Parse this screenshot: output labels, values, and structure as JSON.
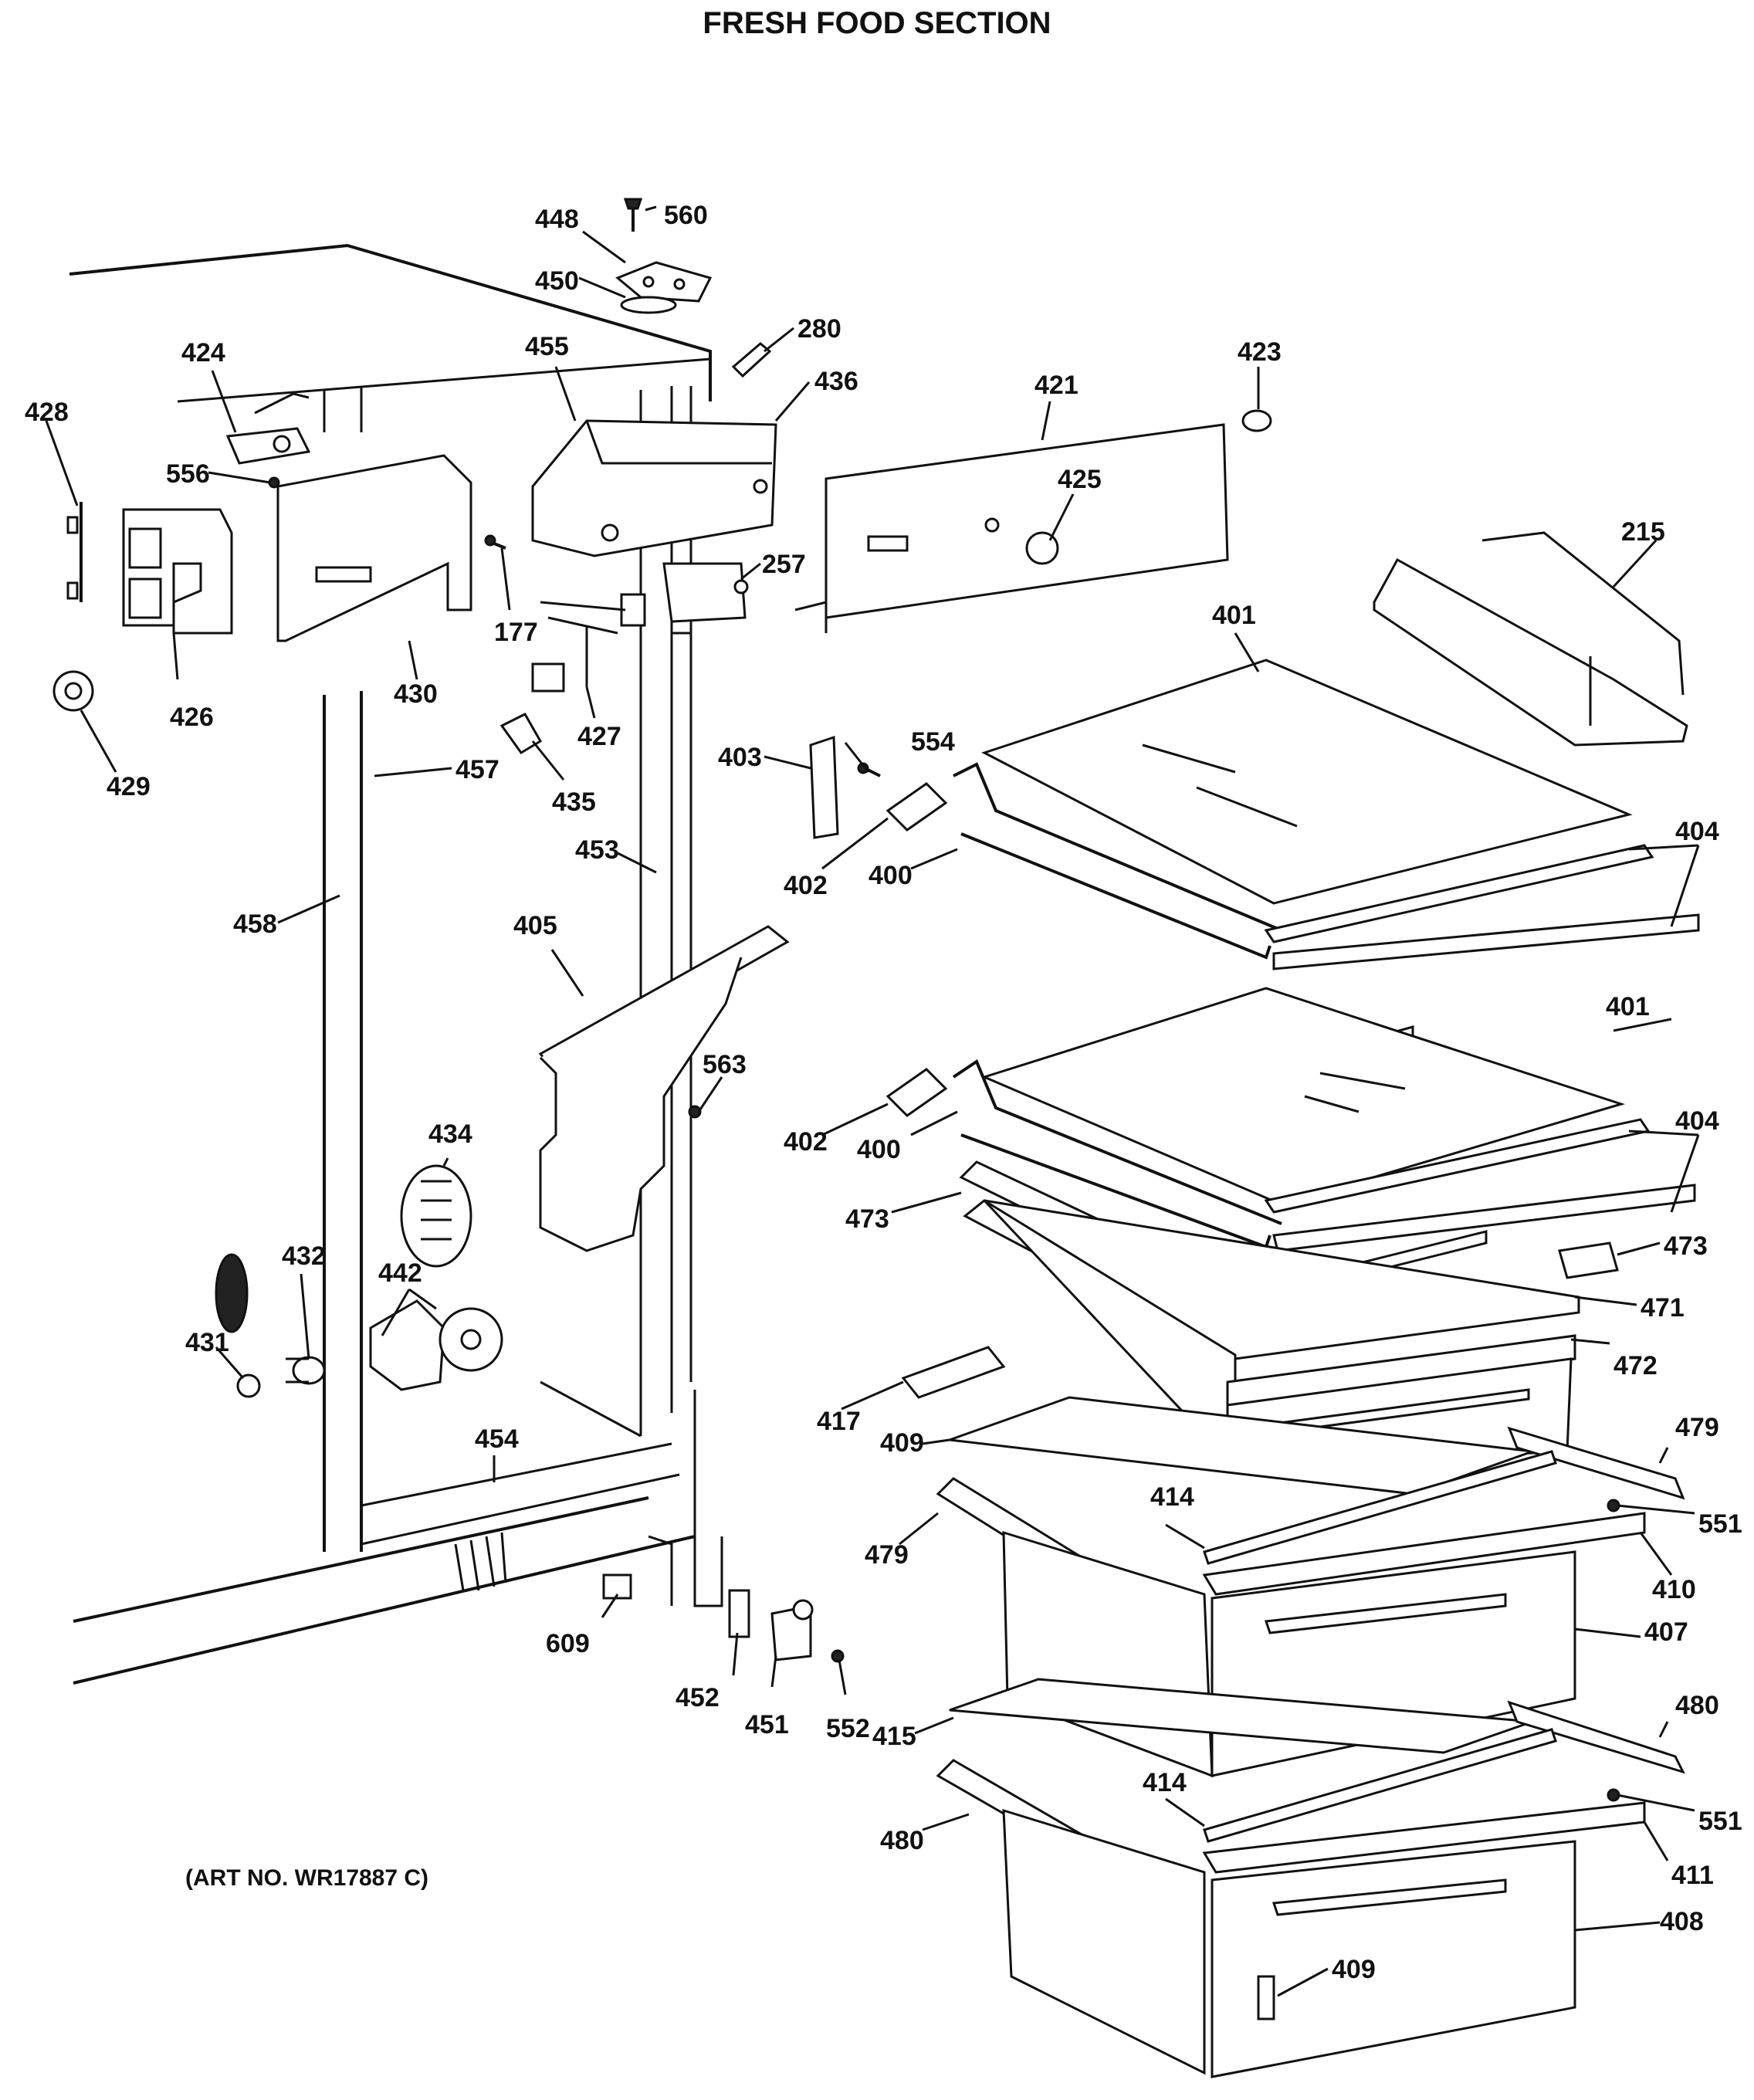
{
  "title": "FRESH FOOD SECTION",
  "art_number": "(ART NO. WR17887 C)",
  "callouts": [
    "428",
    "424",
    "556",
    "426",
    "429",
    "430",
    "177",
    "455",
    "436",
    "448",
    "560",
    "450",
    "280",
    "427",
    "257",
    "435",
    "421",
    "425",
    "423",
    "215",
    "401",
    "457",
    "458",
    "453",
    "403",
    "554",
    "402",
    "400",
    "404",
    "405",
    "563",
    "434",
    "432",
    "431",
    "442",
    "454",
    "473",
    "471",
    "472",
    "417",
    "409",
    "479",
    "414",
    "551",
    "410",
    "407",
    "609",
    "452",
    "451",
    "552",
    "415",
    "480",
    "411",
    "408"
  ]
}
